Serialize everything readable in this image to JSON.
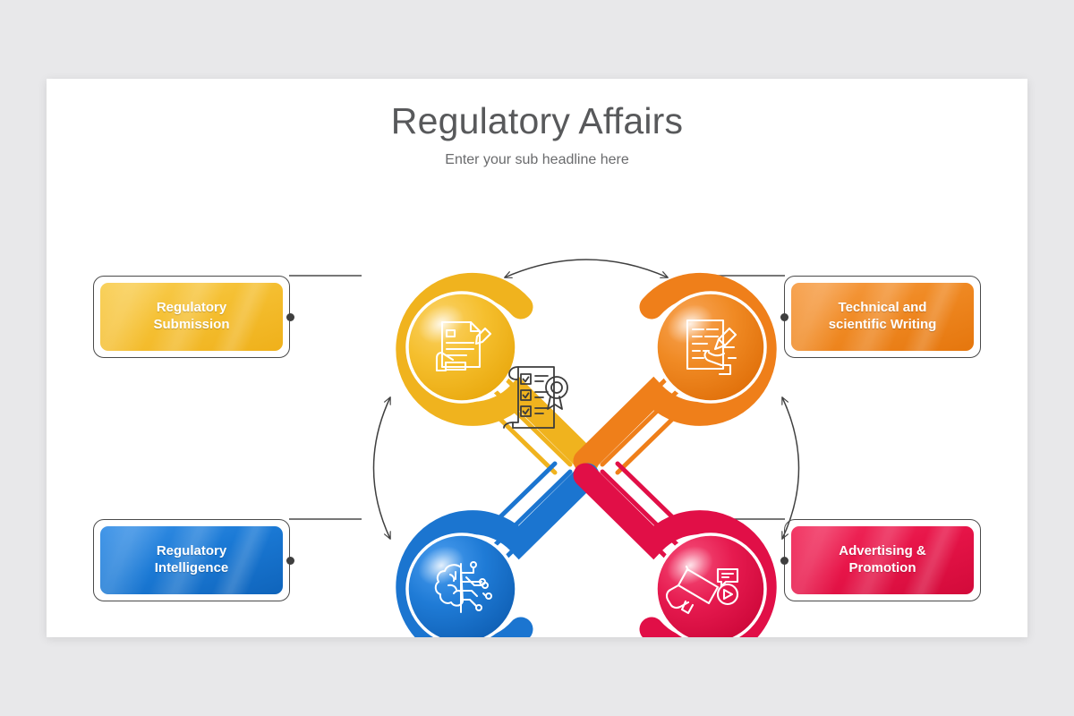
{
  "slide": {
    "title": "Regulatory Affairs",
    "subtitle": "Enter your sub headline here",
    "background": "#e8e8ea",
    "canvas": "#ffffff"
  },
  "center": {
    "icon": "certificate-scroll-icon",
    "stroke": "#3c3c3c"
  },
  "nodes": [
    {
      "id": "regulatory-submission",
      "label": "Regulatory\nSubmission",
      "label_line1": "Regulatory",
      "label_line2": "Submission",
      "color": "#f0b31e",
      "color_light": "#f9cf55",
      "color_dark": "#e8a911",
      "icon": "document-sign-hand-icon",
      "position": "top-left",
      "box_side": "left"
    },
    {
      "id": "technical-scientific-writing",
      "label": "Technical and\nscientific Writing",
      "label_line1": "Technical and",
      "label_line2": "scientific Writing",
      "color": "#ef7f1a",
      "color_light": "#f59b45",
      "color_dark": "#e0700c",
      "icon": "hand-writing-document-icon",
      "position": "top-right",
      "box_side": "right"
    },
    {
      "id": "regulatory-intelligence",
      "label": "Regulatory\nIntelligence",
      "label_line1": "Regulatory",
      "label_line2": "Intelligence",
      "color": "#1b75d0",
      "color_light": "#3a92e8",
      "color_dark": "#1363b8",
      "icon": "ai-brain-circuit-icon",
      "position": "bottom-left",
      "box_side": "left"
    },
    {
      "id": "advertising-promotion",
      "label": "Advertising &\nPromotion",
      "label_line1": "Advertising &",
      "label_line2": "Promotion",
      "color": "#e10f47",
      "color_light": "#f23464",
      "color_dark": "#cf0b3d",
      "icon": "megaphone-media-icon",
      "position": "bottom-right",
      "box_side": "right"
    }
  ],
  "arrows": {
    "stroke": "#3f3f3f",
    "top": "double-headed-curved-arrow",
    "left": "double-headed-curved-arrow",
    "right": "double-headed-curved-arrow",
    "bottom": "double-headed-curved-arrow"
  },
  "connectors": {
    "stroke": "#4a4a4a",
    "dot": "#3f3f3f"
  }
}
